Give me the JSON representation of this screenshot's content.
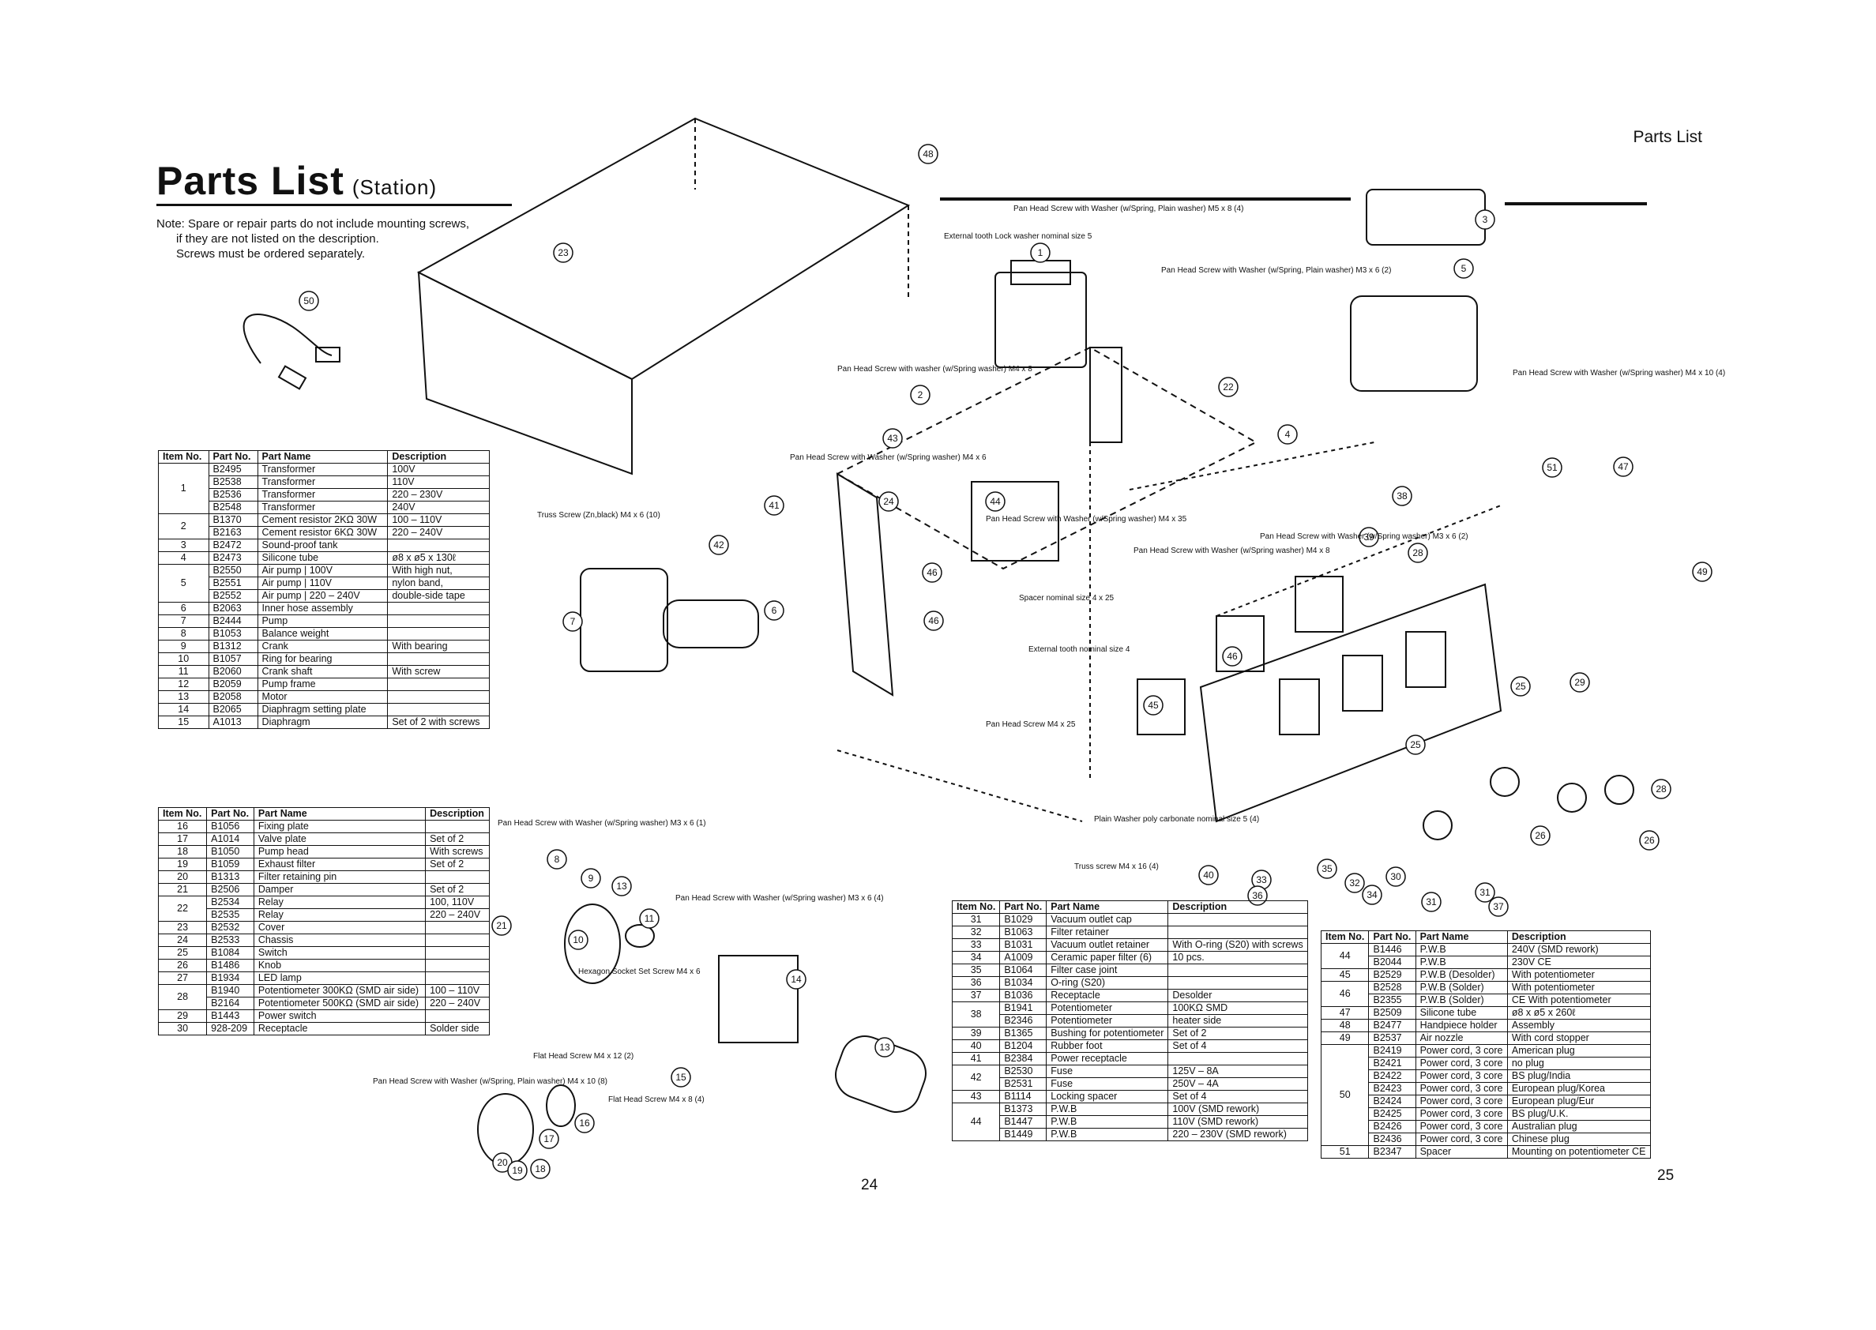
{
  "header": {
    "title": "Parts List",
    "subtitle": "(Station)",
    "top_right": "Parts List"
  },
  "note": {
    "line1": "Note: Spare or repair parts do not include mounting screws,",
    "line2": "if they are not listed on the description.",
    "line3": "Screws must be ordered separately."
  },
  "columns": {
    "item": "Item No.",
    "part": "Part No.",
    "name": "Part Name",
    "desc": "Description"
  },
  "table1": [
    {
      "item": "1",
      "span": 4,
      "part": "B2495",
      "name": "Transformer",
      "desc": "100V"
    },
    {
      "part": "B2538",
      "name": "Transformer",
      "desc": "110V"
    },
    {
      "part": "B2536",
      "name": "Transformer",
      "desc": "220 – 230V"
    },
    {
      "part": "B2548",
      "name": "Transformer",
      "desc": "240V"
    },
    {
      "item": "2",
      "span": 2,
      "part": "B1370",
      "name": "Cement resistor 2KΩ 30W",
      "desc": "100 – 110V"
    },
    {
      "part": "B2163",
      "name": "Cement resistor 6KΩ 30W",
      "desc": "220 – 240V"
    },
    {
      "item": "3",
      "span": 1,
      "part": "B2472",
      "name": "Sound-proof tank",
      "desc": ""
    },
    {
      "item": "4",
      "span": 1,
      "part": "B2473",
      "name": "Silicone tube",
      "desc": "ø8 x ø5 x 130ℓ"
    },
    {
      "item": "5",
      "span": 3,
      "part": "B2550",
      "name": "Air pump | 100V",
      "desc": "With high nut,"
    },
    {
      "part": "B2551",
      "name": "Air pump | 110V",
      "desc": "nylon band,"
    },
    {
      "part": "B2552",
      "name": "Air pump | 220 – 240V",
      "desc": "double-side tape"
    },
    {
      "item": "6",
      "span": 1,
      "part": "B2063",
      "name": "Inner hose assembly",
      "desc": ""
    },
    {
      "item": "7",
      "span": 1,
      "part": "B2444",
      "name": "Pump",
      "desc": ""
    },
    {
      "item": "8",
      "span": 1,
      "part": "B1053",
      "name": "Balance weight",
      "desc": ""
    },
    {
      "item": "9",
      "span": 1,
      "part": "B1312",
      "name": "Crank",
      "desc": "With bearing"
    },
    {
      "item": "10",
      "span": 1,
      "part": "B1057",
      "name": "Ring for bearing",
      "desc": ""
    },
    {
      "item": "11",
      "span": 1,
      "part": "B2060",
      "name": "Crank shaft",
      "desc": "With screw"
    },
    {
      "item": "12",
      "span": 1,
      "part": "B2059",
      "name": "Pump frame",
      "desc": ""
    },
    {
      "item": "13",
      "span": 1,
      "part": "B2058",
      "name": "Motor",
      "desc": ""
    },
    {
      "item": "14",
      "span": 1,
      "part": "B2065",
      "name": "Diaphragm setting plate",
      "desc": ""
    },
    {
      "item": "15",
      "span": 1,
      "part": "A1013",
      "name": "Diaphragm",
      "desc": "Set of 2 with screws"
    }
  ],
  "table2": [
    {
      "item": "16",
      "span": 1,
      "part": "B1056",
      "name": "Fixing plate",
      "desc": ""
    },
    {
      "item": "17",
      "span": 1,
      "part": "A1014",
      "name": "Valve plate",
      "desc": "Set of 2"
    },
    {
      "item": "18",
      "span": 1,
      "part": "B1050",
      "name": "Pump head",
      "desc": "With screws"
    },
    {
      "item": "19",
      "span": 1,
      "part": "B1059",
      "name": "Exhaust filter",
      "desc": "Set of 2"
    },
    {
      "item": "20",
      "span": 1,
      "part": "B1313",
      "name": "Filter retaining pin",
      "desc": ""
    },
    {
      "item": "21",
      "span": 1,
      "part": "B2506",
      "name": "Damper",
      "desc": "Set of 2"
    },
    {
      "item": "22",
      "span": 2,
      "part": "B2534",
      "name": "Relay",
      "desc": "100, 110V"
    },
    {
      "part": "B2535",
      "name": "Relay",
      "desc": "220 – 240V"
    },
    {
      "item": "23",
      "span": 1,
      "part": "B2532",
      "name": "Cover",
      "desc": ""
    },
    {
      "item": "24",
      "span": 1,
      "part": "B2533",
      "name": "Chassis",
      "desc": ""
    },
    {
      "item": "25",
      "span": 1,
      "part": "B1084",
      "name": "Switch",
      "desc": ""
    },
    {
      "item": "26",
      "span": 1,
      "part": "B1486",
      "name": "Knob",
      "desc": ""
    },
    {
      "item": "27",
      "span": 1,
      "part": "B1934",
      "name": "LED lamp",
      "desc": ""
    },
    {
      "item": "28",
      "span": 2,
      "part": "B1940",
      "name": "Potentiometer 300KΩ (SMD air side)",
      "desc": "100 – 110V"
    },
    {
      "part": "B2164",
      "name": "Potentiometer 500KΩ (SMD air side)",
      "desc": "220 – 240V"
    },
    {
      "item": "29",
      "span": 1,
      "part": "B1443",
      "name": "Power switch",
      "desc": ""
    },
    {
      "item": "30",
      "span": 1,
      "part": "928-209",
      "name": "Receptacle",
      "desc": "Solder side"
    }
  ],
  "table3": [
    {
      "item": "31",
      "span": 1,
      "part": "B1029",
      "name": "Vacuum outlet cap",
      "desc": ""
    },
    {
      "item": "32",
      "span": 1,
      "part": "B1063",
      "name": "Filter retainer",
      "desc": ""
    },
    {
      "item": "33",
      "span": 1,
      "part": "B1031",
      "name": "Vacuum outlet retainer",
      "desc": "With O-ring (S20) with screws"
    },
    {
      "item": "34",
      "span": 1,
      "part": "A1009",
      "name": "Ceramic paper filter (6)",
      "desc": "10 pcs."
    },
    {
      "item": "35",
      "span": 1,
      "part": "B1064",
      "name": "Filter case joint",
      "desc": ""
    },
    {
      "item": "36",
      "span": 1,
      "part": "B1034",
      "name": "O-ring (S20)",
      "desc": ""
    },
    {
      "item": "37",
      "span": 1,
      "part": "B1036",
      "name": "Receptacle",
      "desc": "Desolder"
    },
    {
      "item": "38",
      "span": 2,
      "part": "B1941",
      "name": "Potentiometer",
      "desc": "100KΩ SMD"
    },
    {
      "part": "B2346",
      "name": "Potentiometer",
      "desc": "heater side"
    },
    {
      "item": "39",
      "span": 1,
      "part": "B1365",
      "name": "Bushing for potentiometer",
      "desc": "Set of 2"
    },
    {
      "item": "40",
      "span": 1,
      "part": "B1204",
      "name": "Rubber foot",
      "desc": "Set of 4"
    },
    {
      "item": "41",
      "span": 1,
      "part": "B2384",
      "name": "Power receptacle",
      "desc": ""
    },
    {
      "item": "42",
      "span": 2,
      "part": "B2530",
      "name": "Fuse",
      "desc": "125V – 8A"
    },
    {
      "part": "B2531",
      "name": "Fuse",
      "desc": "250V – 4A"
    },
    {
      "item": "43",
      "span": 1,
      "part": "B1114",
      "name": "Locking spacer",
      "desc": "Set of 4"
    },
    {
      "item": "44",
      "span": 3,
      "part": "B1373",
      "name": "P.W.B",
      "desc": "100V (SMD rework)"
    },
    {
      "part": "B1447",
      "name": "P.W.B",
      "desc": "110V (SMD rework)"
    },
    {
      "part": "B1449",
      "name": "P.W.B",
      "desc": "220 – 230V (SMD rework)"
    }
  ],
  "table4": [
    {
      "item": "44",
      "span": 2,
      "part": "B1446",
      "name": "P.W.B",
      "desc": "240V (SMD rework)"
    },
    {
      "part": "B2044",
      "name": "P.W.B",
      "desc": "230V CE"
    },
    {
      "item": "45",
      "span": 1,
      "part": "B2529",
      "name": "P.W.B (Desolder)",
      "desc": "With potentiometer"
    },
    {
      "item": "46",
      "span": 2,
      "part": "B2528",
      "name": "P.W.B (Solder)",
      "desc": "With potentiometer"
    },
    {
      "part": "B2355",
      "name": "P.W.B (Solder)",
      "desc": "CE With potentiometer"
    },
    {
      "item": "47",
      "span": 1,
      "part": "B2509",
      "name": "Silicone tube",
      "desc": "ø8 x ø5 x 260ℓ"
    },
    {
      "item": "48",
      "span": 1,
      "part": "B2477",
      "name": "Handpiece holder",
      "desc": "Assembly"
    },
    {
      "item": "49",
      "span": 1,
      "part": "B2537",
      "name": "Air nozzle",
      "desc": "With cord stopper"
    },
    {
      "item": "50",
      "span": 8,
      "part": "B2419",
      "name": "Power cord, 3 core",
      "desc": "American plug"
    },
    {
      "part": "B2421",
      "name": "Power cord, 3 core",
      "desc": "no plug"
    },
    {
      "part": "B2422",
      "name": "Power cord, 3 core",
      "desc": "BS plug/India"
    },
    {
      "part": "B2423",
      "name": "Power cord, 3 core",
      "desc": "European plug/Korea"
    },
    {
      "part": "B2424",
      "name": "Power cord, 3 core",
      "desc": "European plug/Eur"
    },
    {
      "part": "B2425",
      "name": "Power cord, 3 core",
      "desc": "BS plug/U.K."
    },
    {
      "part": "B2426",
      "name": "Power cord, 3 core",
      "desc": "Australian plug"
    },
    {
      "part": "B2436",
      "name": "Power cord, 3 core",
      "desc": "Chinese plug"
    },
    {
      "item": "51",
      "span": 1,
      "part": "B2347",
      "name": "Spacer",
      "desc": "Mounting on potentiometer CE"
    }
  ],
  "page_numbers": {
    "left": "24",
    "right": "25"
  },
  "diagram_labels": {
    "screw_pan_m5": "Pan Head Screw with Washer (w/Spring, Plain washer) M5 x 8 (4)",
    "ext_tooth": "External tooth Lock washer nominal size 5",
    "pan_m3x6": "Pan Head Screw with Washer (w/Spring, Plain washer) M3 x 6 (2)",
    "pan_m4x8": "Pan Head Screw with washer (w/Spring washer) M4 x 8",
    "pan_m4x10": "Pan Head Screw with Washer (w/Spring washer) M4 x 10 (4)",
    "pan_m4x6": "Pan Head Screw with Washer (w/Spring washer) M4 x 6",
    "truss_m4x6": "Truss Screw (Zn,black) M4 x 6 (10)",
    "pan_m4x35": "Pan Head Screw with Washer (w/Spring washer) M4 x 35",
    "pan_m4x8b": "Pan Head Screw with Washer (w/Spring washer) M4 x 8",
    "pan_m3x6_2": "Pan Head Screw with Washer (w/Spring washer) M3 x 6 (2)",
    "spacer": "Spacer nominal size 4 x 25",
    "ext_tooth4": "External tooth nominal size 4",
    "pan_m4x25": "Pan Head Screw M4 x 25",
    "plain_washer": "Plain Washer poly carbonate nominal size 5 (4)",
    "truss_m4x16": "Truss screw M4 x 16 (4)",
    "pan_m3x6_pump": "Pan Head Screw with Washer (w/Spring washer) M3 x 6 (1)",
    "pan_m3x6_4": "Pan Head Screw with Washer (w/Spring washer) M3 x 6 (4)",
    "hex_socket": "Hexagon Socket Set Screw M4 x 6",
    "flat_m4x12": "Flat Head Screw M4 x 12 (2)",
    "flat_m4x8": "Flat Head Screw M4 x 8 (4)",
    "pan_m4x10_8": "Pan Head Screw with Washer (w/Spring, Plain washer) M4 x 10 (8)"
  }
}
